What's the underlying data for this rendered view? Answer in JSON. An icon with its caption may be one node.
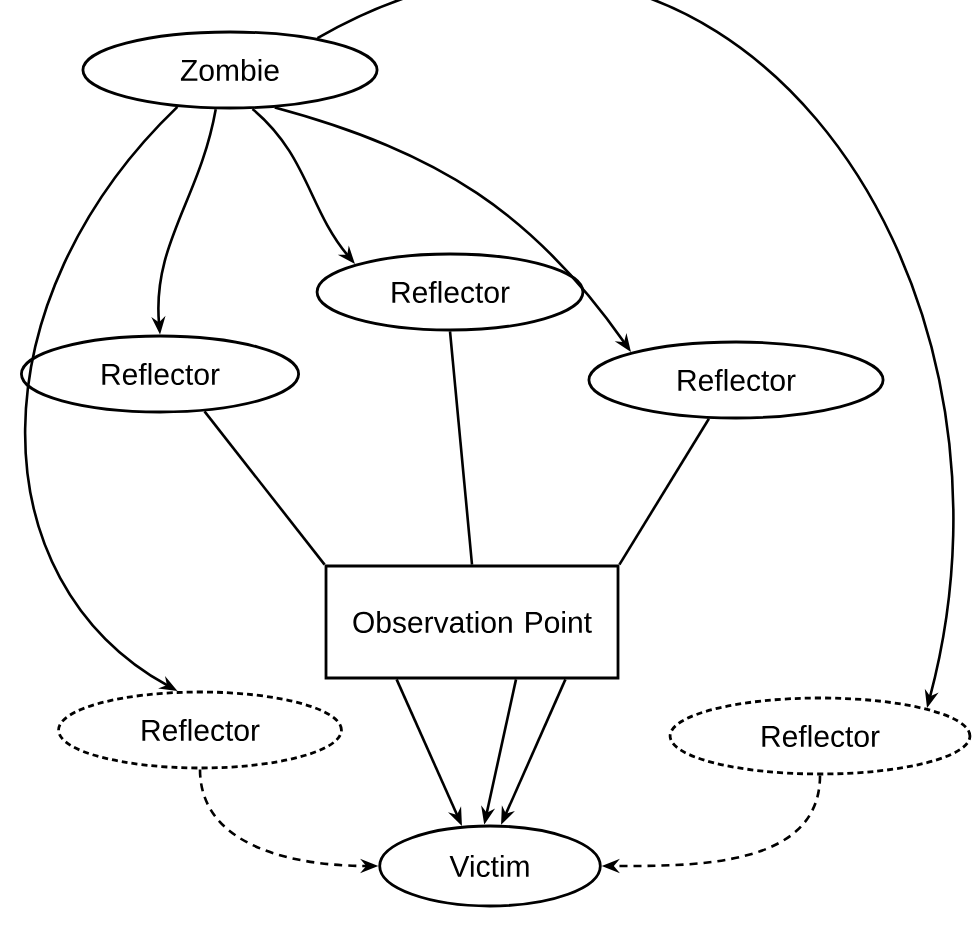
{
  "diagram": {
    "nodes": [
      {
        "text": [
          "Zombie"
        ]
      },
      {
        "text": [
          "Reflector"
        ]
      },
      {
        "text": [
          "Reflector"
        ]
      },
      {
        "text": [
          "Reflector"
        ]
      },
      {
        "text": [
          "Observation Point"
        ]
      },
      {
        "text": [
          "Reflector"
        ]
      },
      {
        "text": [
          "Reflector"
        ]
      },
      {
        "text": [
          "Victim"
        ]
      }
    ],
    "edges": [
      {
        "from": 0,
        "to": 1,
        "arrow": "to"
      },
      {
        "from": 0,
        "to": 2,
        "arrow": "to"
      },
      {
        "from": 0,
        "to": 3,
        "arrow": "to"
      },
      {
        "from": 0,
        "to": 5,
        "arrow": "to"
      },
      {
        "from": 0,
        "to": 6,
        "arrow": "to"
      },
      {
        "from": 1,
        "to": 4,
        "arrow": "none"
      },
      {
        "from": 2,
        "to": 4,
        "arrow": "none"
      },
      {
        "from": 3,
        "to": 4,
        "arrow": "none"
      },
      {
        "from": 4,
        "to": 7,
        "arrow": "to"
      },
      {
        "from": 4,
        "to": 7,
        "arrow": "to"
      },
      {
        "from": 4,
        "to": 7,
        "arrow": "to"
      },
      {
        "from": 5,
        "to": 7,
        "arrow": "to",
        "style": "dashed"
      },
      {
        "from": 6,
        "to": 7,
        "arrow": "to",
        "style": "dashed"
      }
    ]
  }
}
